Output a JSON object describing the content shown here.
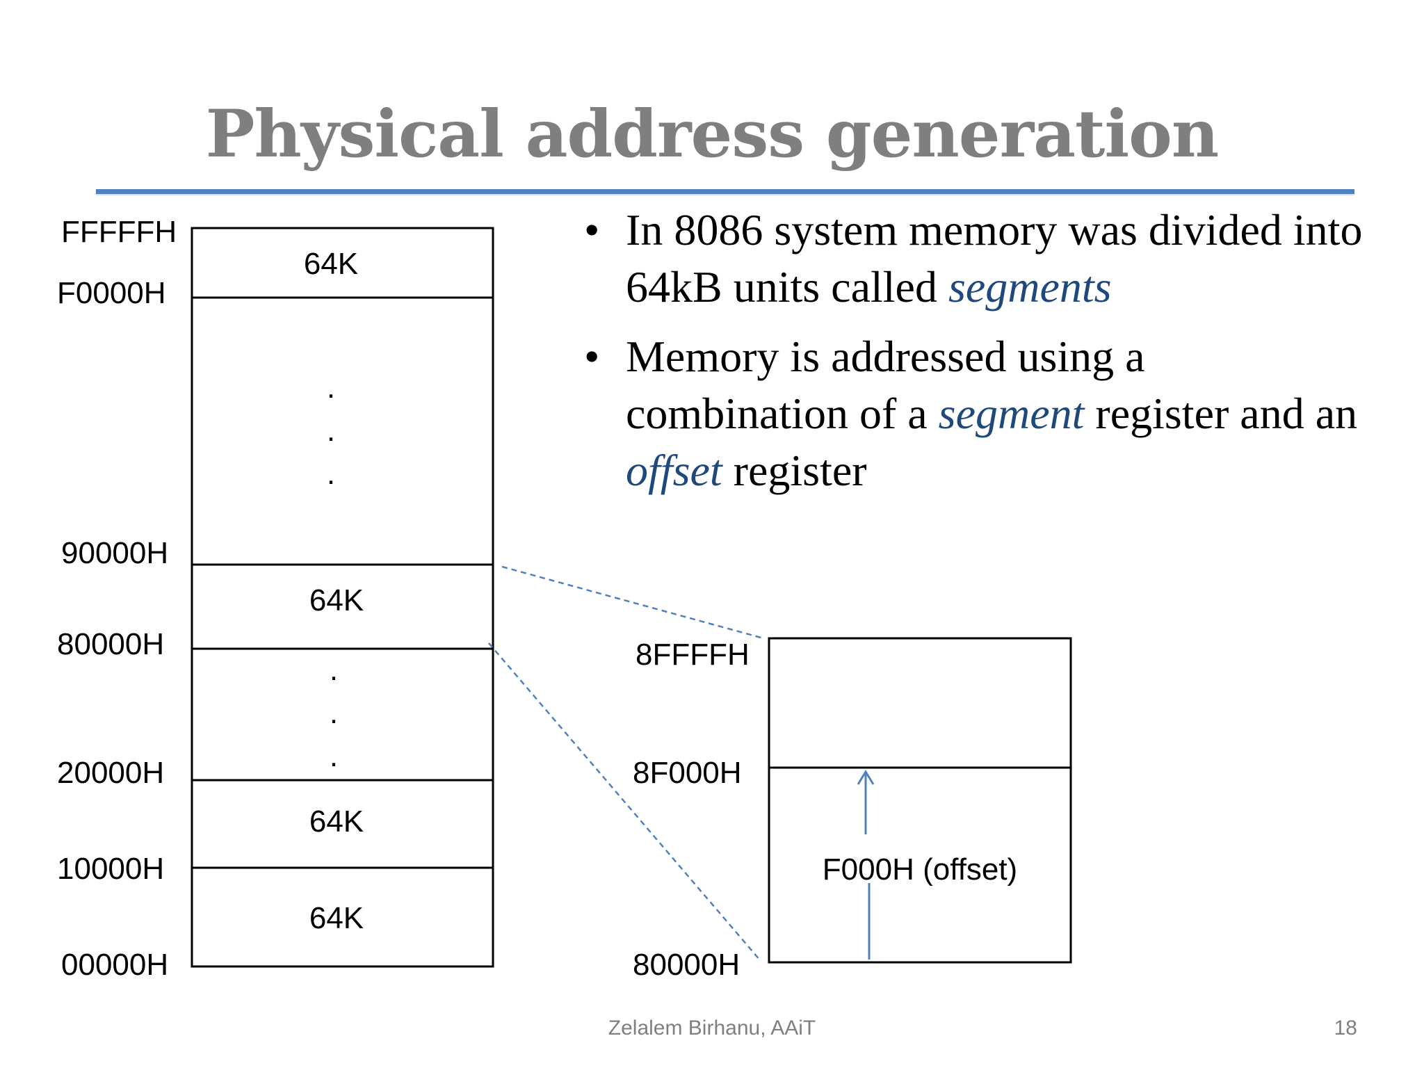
{
  "title": "Physical address generation",
  "accent_color": "#4f81bd",
  "bullets": [
    {
      "plain1": "In 8086 system memory was divided into 64kB units called ",
      "em1": "segments"
    },
    {
      "plain1": "Memory is addressed using a combination of a ",
      "em1": "segment",
      "plain2": " register and an ",
      "em2": "offset",
      "plain3": " register"
    }
  ],
  "memory_map": {
    "addresses": [
      "FFFFFH",
      "F0000H",
      "90000H",
      "80000H",
      "20000H",
      "10000H",
      "00000H"
    ],
    "blocks": [
      "64K",
      "64K",
      "64K",
      "64K"
    ],
    "ellipsis_dot": "."
  },
  "segment_zoom": {
    "addresses": [
      "8FFFFH",
      "8F000H",
      "80000H"
    ],
    "offset_label": "F000H (offset)"
  },
  "footer": {
    "author": "Zelalem Birhanu, AAiT",
    "page": "18"
  }
}
